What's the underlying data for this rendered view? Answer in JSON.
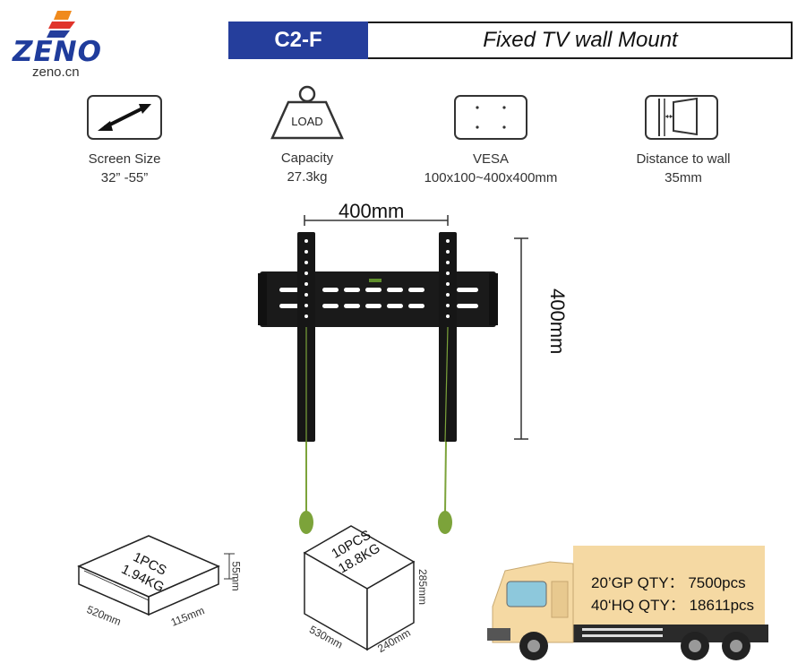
{
  "brand": {
    "name": "ZENO",
    "domain": "zeno.cn"
  },
  "header": {
    "model_code": "C2-F",
    "product_name": "Fixed TV wall Mount"
  },
  "features": [
    {
      "icon": "diagonal-arrow-icon",
      "title": "Screen Size",
      "value": "32”  -55”"
    },
    {
      "icon": "load-weight-icon",
      "icon_text": "LOAD",
      "title": "Capacity",
      "value": "27.3kg"
    },
    {
      "icon": "vesa-pattern-icon",
      "title": "VESA",
      "value": "100x100~400x400mm"
    },
    {
      "icon": "wall-distance-icon",
      "title": "Distance to wall",
      "value": "35mm"
    }
  ],
  "mount_dimensions": {
    "width_label": "400mm",
    "height_label": "400mm"
  },
  "packaging": [
    {
      "icon": "single-box-icon",
      "line1": "1PCS",
      "line2": "1.94KG",
      "length": "520mm",
      "width": "115mm",
      "height": "55mm"
    },
    {
      "icon": "carton-box-icon",
      "line1": "10PCS",
      "line2": "18.8KG",
      "length": "530mm",
      "width": "240mm",
      "height": "285mm"
    }
  ],
  "shipping": {
    "gp20": "20’GP QTY： 7500pcs",
    "hq40": "40‘HQ QTY： 18611pcs"
  },
  "colors": {
    "brand_blue": "#253e9c",
    "cargo": "#f5d9a3",
    "mount": "#1a1a1a",
    "cord": "#7ca33a"
  }
}
